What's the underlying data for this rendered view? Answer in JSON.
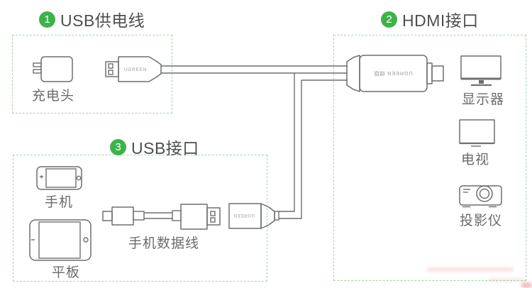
{
  "colors": {
    "accent_green": "#3cb34a",
    "box_border": "#a3d6ad",
    "heading_text": "#4e4e4e",
    "label_text": "#6b6b6b",
    "line_color": "#6f6f6f",
    "brand_text": "#9a9a9a"
  },
  "sections": [
    {
      "number": "1",
      "title": "USB供电线"
    },
    {
      "number": "2",
      "title": "HDMI接口"
    },
    {
      "number": "3",
      "title": "USB接口"
    }
  ],
  "devices": {
    "charger": "充电头",
    "phone": "手机",
    "tablet": "平板",
    "data_cable": "手机数据线",
    "monitor": "显示器",
    "tv": "电视",
    "projector": "投影仪"
  },
  "branding": {
    "usb_plug": "UGREEN",
    "hdmi_body": "UGREEN 绿联",
    "usb_female": "UGREEN"
  }
}
